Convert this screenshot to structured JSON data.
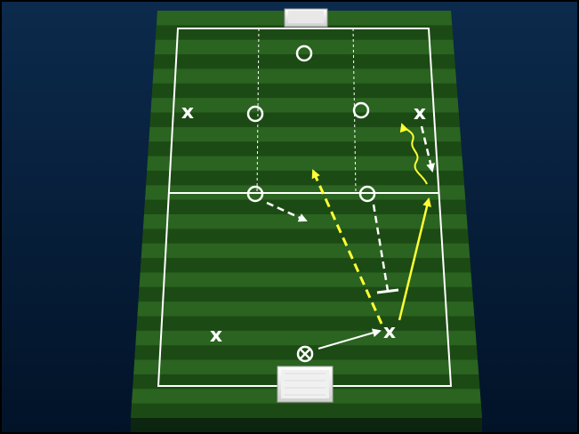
{
  "slide": {
    "background_top": "#0c2a4c",
    "background_bottom": "#021328"
  },
  "pitch": {
    "stripe_dark": "#1c4a14",
    "stripe_light": "#2a6420",
    "line_color": "#ffffff"
  },
  "players": {
    "attackers": [
      {
        "id": "attacker-left-upper",
        "symbol": "x"
      },
      {
        "id": "attacker-right-upper",
        "symbol": "x"
      },
      {
        "id": "attacker-left-lower",
        "symbol": "x"
      },
      {
        "id": "attacker-right-lower",
        "symbol": "x"
      }
    ],
    "defenders": [
      {
        "id": "defender-top",
        "symbol": "o"
      },
      {
        "id": "defender-mid-left",
        "symbol": "o"
      },
      {
        "id": "defender-mid-right",
        "symbol": "o"
      },
      {
        "id": "defender-half-left",
        "symbol": "o"
      },
      {
        "id": "defender-half-right",
        "symbol": "o"
      }
    ],
    "ball_carrier": {
      "symbol": "⊗"
    }
  },
  "arrows": {
    "pass_color": "#ffffff",
    "run_color": "#ffff33",
    "movement_color": "#ffffff"
  }
}
